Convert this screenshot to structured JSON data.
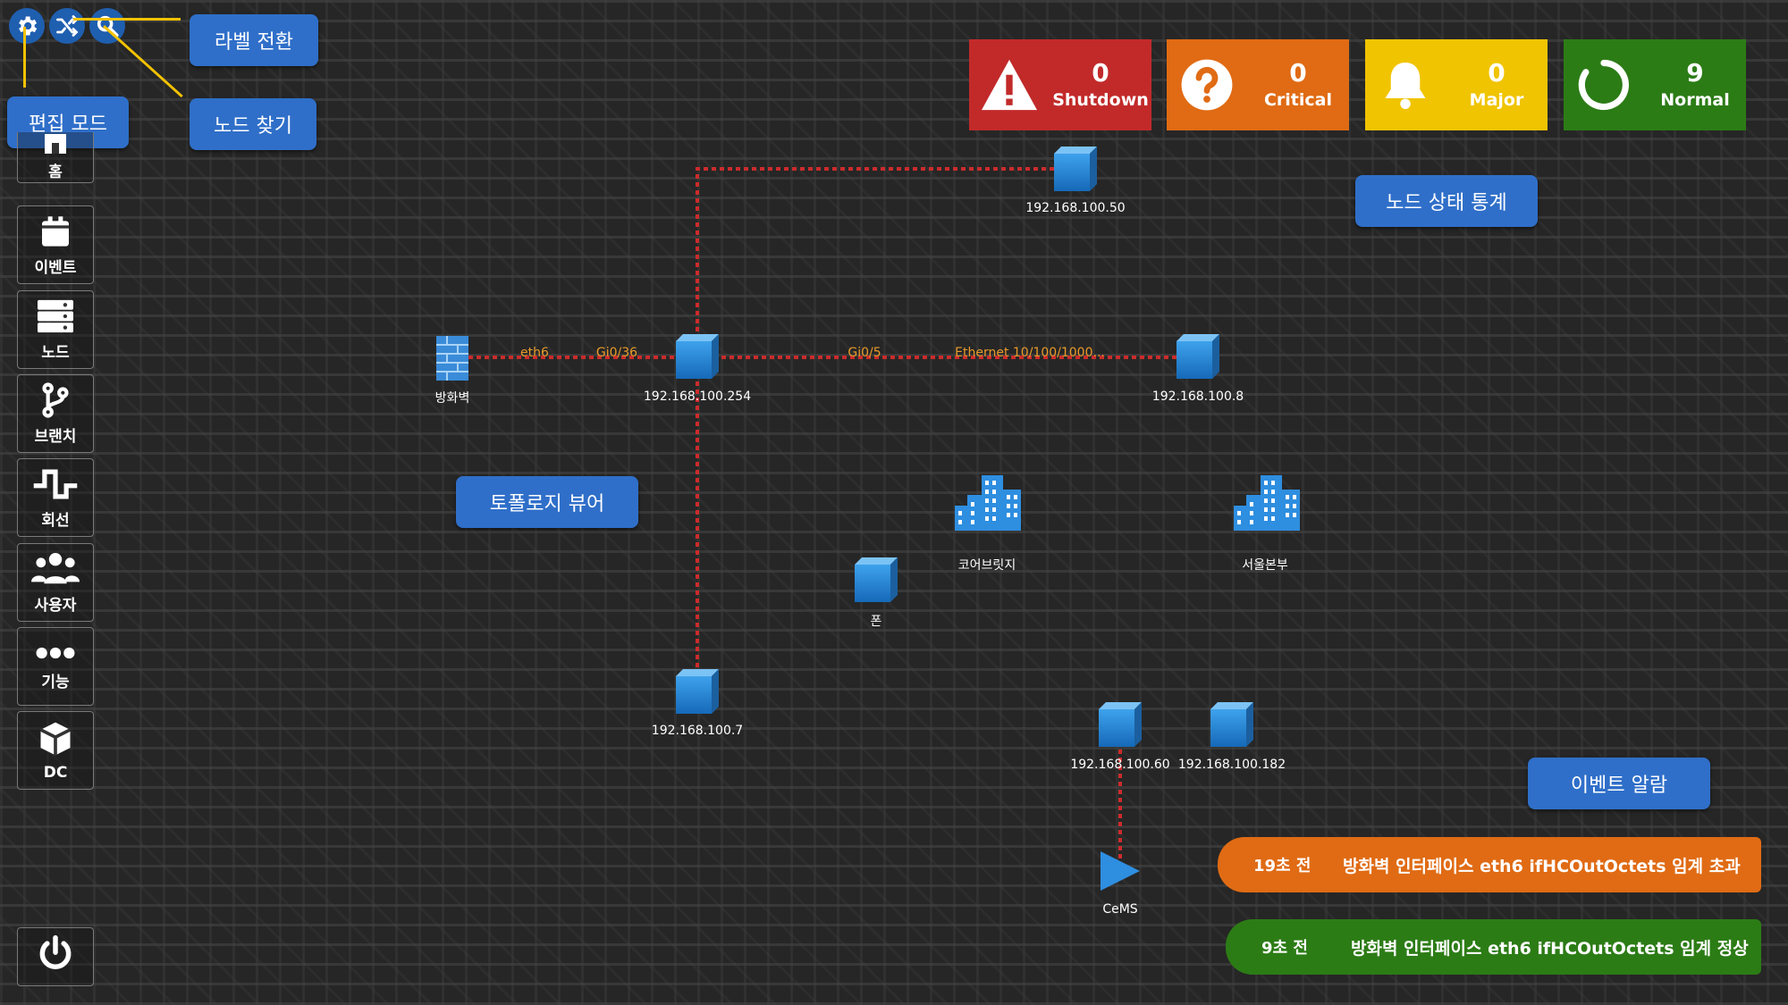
{
  "toolbar": {
    "edit_mode_label": "편집 모드",
    "label_toggle_label": "라벨 전환",
    "find_node_label": "노드 찾기"
  },
  "sidebar": {
    "items": [
      {
        "label": "홈",
        "icon": "home-icon"
      },
      {
        "label": "이벤트",
        "icon": "calendar-icon"
      },
      {
        "label": "노드",
        "icon": "server-icon"
      },
      {
        "label": "브랜치",
        "icon": "branch-icon"
      },
      {
        "label": "회선",
        "icon": "line-pulse-icon"
      },
      {
        "label": "사용자",
        "icon": "users-icon"
      },
      {
        "label": "기능",
        "icon": "more-icon"
      },
      {
        "label": "DC",
        "icon": "cube-icon"
      }
    ],
    "power_icon": "power-icon"
  },
  "status": {
    "cards": [
      {
        "count": "0",
        "label": "Shutdown",
        "color": "#c22a2a",
        "icon": "warning-icon"
      },
      {
        "count": "0",
        "label": "Critical",
        "color": "#e06b14",
        "icon": "question-icon"
      },
      {
        "count": "0",
        "label": "Major",
        "color": "#f0c400",
        "icon": "bell-icon"
      },
      {
        "count": "9",
        "label": "Normal",
        "color": "#2c7c16",
        "icon": "ring-icon"
      }
    ],
    "callout": "노드 상태 통계"
  },
  "topology": {
    "callout": "토폴로지 뷰어",
    "nodes": {
      "n50": "192.168.100.50",
      "firewall": "방화벽",
      "n254": "192.168.100.254",
      "n8": "192.168.100.8",
      "corebridge": "코어브릿지",
      "seoul": "서울본부",
      "phone": "폰",
      "n7": "192.168.100.7",
      "n60": "192.168.100.60",
      "n182": "192.168.100.182",
      "cems": "CeMS"
    },
    "ports": {
      "eth6": "eth6",
      "gi036": "Gi0/36",
      "gi05": "Gi0/5",
      "ethernet": "Ethernet 10/100/1000..."
    },
    "link_color": "#cc2b2b"
  },
  "events": {
    "callout": "이벤트 알람",
    "items": [
      {
        "age": "19초 전",
        "message": "방화벽 인터페이스 eth6 ifHCOutOctets 임계 초과",
        "color": "#e06b14"
      },
      {
        "age": "9초 전",
        "message": "방화벽 인터페이스 eth6 ifHCOutOctets 임계 정상",
        "color": "#2c7c16"
      }
    ]
  }
}
